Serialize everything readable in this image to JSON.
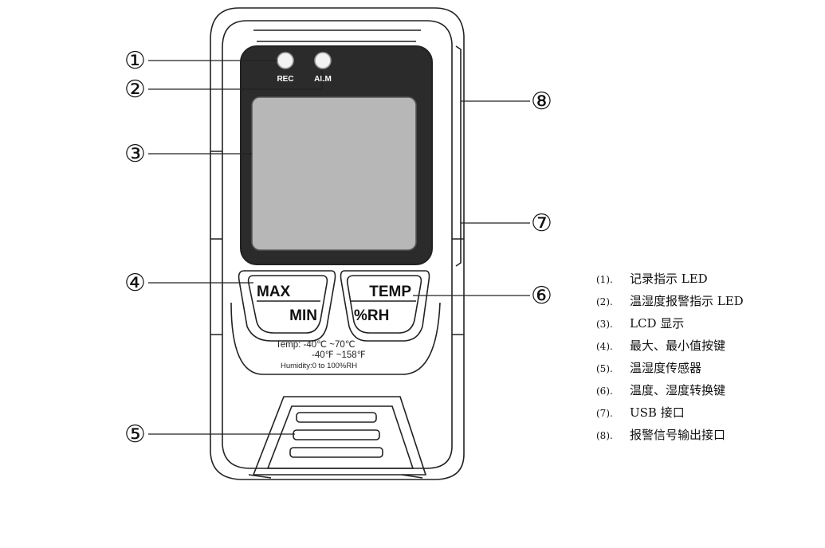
{
  "device": {
    "led_rec_label": "REC",
    "led_alm_label": "ALM",
    "button_max_label": "MAX",
    "button_min_label": "MIN",
    "button_temp_label": "TEMP",
    "button_rh_label": "%RH",
    "spec_line_1": "Temp: -40℃ ~70℃",
    "spec_line_2": "-40℉ ~158℉",
    "spec_line_3": "Humidity:0 to 100%RH"
  },
  "callouts": [
    "①",
    "②",
    "③",
    "④",
    "⑤",
    "⑥",
    "⑦",
    "⑧"
  ],
  "legend": [
    {
      "num": "(1).",
      "text": "记录指示 LED"
    },
    {
      "num": "(2).",
      "text": "温湿度报警指示 LED"
    },
    {
      "num": "(3).",
      "text": "LCD 显示"
    },
    {
      "num": "(4).",
      "text": "最大、最小值按键"
    },
    {
      "num": "(5).",
      "text": "温湿度传感器"
    },
    {
      "num": "(6).",
      "text": "温度、湿度转换键"
    },
    {
      "num": "(7).",
      "text": "USB 接口"
    },
    {
      "num": "(8).",
      "text": "报警信号输出接口"
    }
  ]
}
